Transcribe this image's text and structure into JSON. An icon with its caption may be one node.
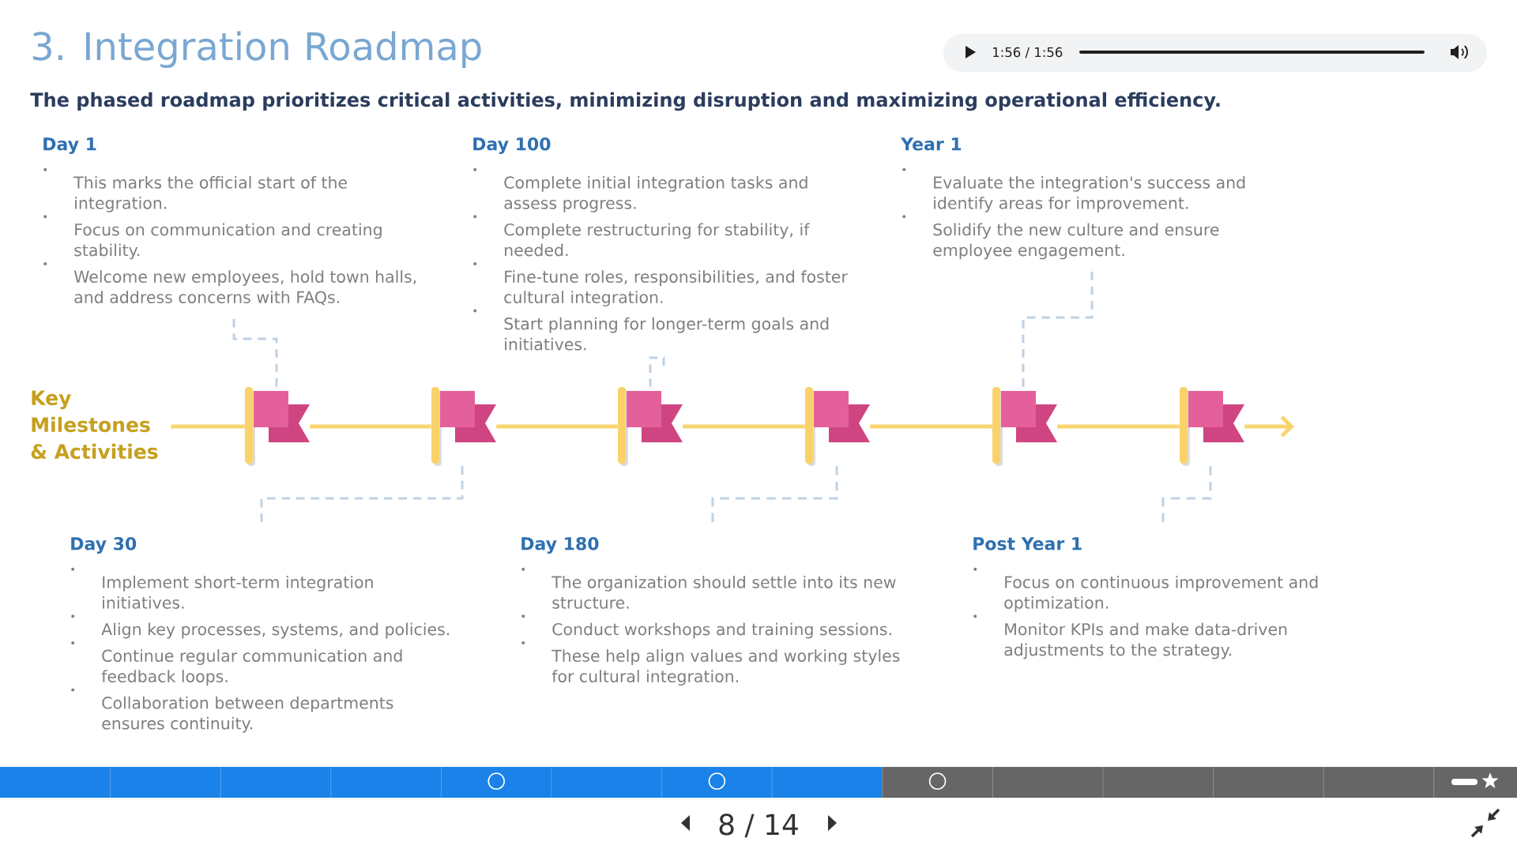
{
  "diagram": {
    "title": "3. Integration Roadmap",
    "nodes": [
      {
        "text": [
          "Day 1",
          "This marks the official start of the integration.",
          "Focus on communication and creating stability.",
          "Welcome new employees, hold town halls, and address concerns with FAQs."
        ]
      },
      {
        "text": [
          "Day 100",
          "Complete initial integration tasks and assess progress.",
          "Complete restructuring for stability, if needed.",
          "Fine-tune roles, responsibilities, and foster cultural integration.",
          "Start planning for longer-term goals and initiatives."
        ]
      },
      {
        "text": [
          "Year 1",
          "Evaluate the integration's success and identify areas for improvement.",
          "Solidify the new culture and ensure employee engagement."
        ]
      },
      {
        "text": [
          "Key Milestones & Activities"
        ]
      },
      {
        "text": [],
        "shape": "flag"
      },
      {
        "text": [],
        "shape": "flag"
      },
      {
        "text": [],
        "shape": "flag"
      },
      {
        "text": [],
        "shape": "flag"
      },
      {
        "text": [],
        "shape": "flag"
      },
      {
        "text": [],
        "shape": "flag"
      },
      {
        "text": [
          "Day 30",
          "Implement short-term integration initiatives.",
          "Align key processes, systems, and policies.",
          "Continue regular communication and feedback loops.",
          "Collaboration between departments ensures continuity."
        ]
      },
      {
        "text": [
          "Day 180",
          "The organization should settle into its new structure.",
          "Conduct workshops and training sessions.",
          "These help align values and working styles for cultural integration."
        ]
      },
      {
        "text": [
          "Post Year 1",
          "Focus on continuous improvement and optimization.",
          "Monitor KPIs and make data-driven adjustments to the strategy."
        ]
      }
    ],
    "edges": [
      {
        "from": 3,
        "to": 4,
        "arrow": "none"
      },
      {
        "from": 4,
        "to": 5,
        "arrow": "none"
      },
      {
        "from": 5,
        "to": 6,
        "arrow": "none"
      },
      {
        "from": 6,
        "to": 7,
        "arrow": "none"
      },
      {
        "from": 7,
        "to": 8,
        "arrow": "none"
      },
      {
        "from": 8,
        "to": 9,
        "arrow": "none"
      },
      {
        "from": 9,
        "to": null,
        "arrow": "to"
      },
      {
        "from": 0,
        "to": 4,
        "arrow": "none",
        "style": "dashed",
        "color": "#bfd1e5"
      },
      {
        "from": 10,
        "to": 5,
        "arrow": "none",
        "style": "dashed",
        "color": "#bfd1e5"
      },
      {
        "from": 1,
        "to": 6,
        "arrow": "none",
        "style": "dashed",
        "color": "#bfd1e5"
      },
      {
        "from": 11,
        "to": 7,
        "arrow": "none",
        "style": "dashed",
        "color": "#bfd1e5"
      },
      {
        "from": 2,
        "to": 8,
        "arrow": "none",
        "style": "dashed",
        "color": "#bfd1e5"
      },
      {
        "from": 12,
        "to": 9,
        "arrow": "none",
        "style": "dashed",
        "color": "#bfd1e5"
      }
    ],
    "labels": [
      "1:56 / 1:56",
      "The phased roadmap prioritizes critical activities, minimizing disruption and maximizing operational efficiency.",
      "8 / 14"
    ]
  }
}
